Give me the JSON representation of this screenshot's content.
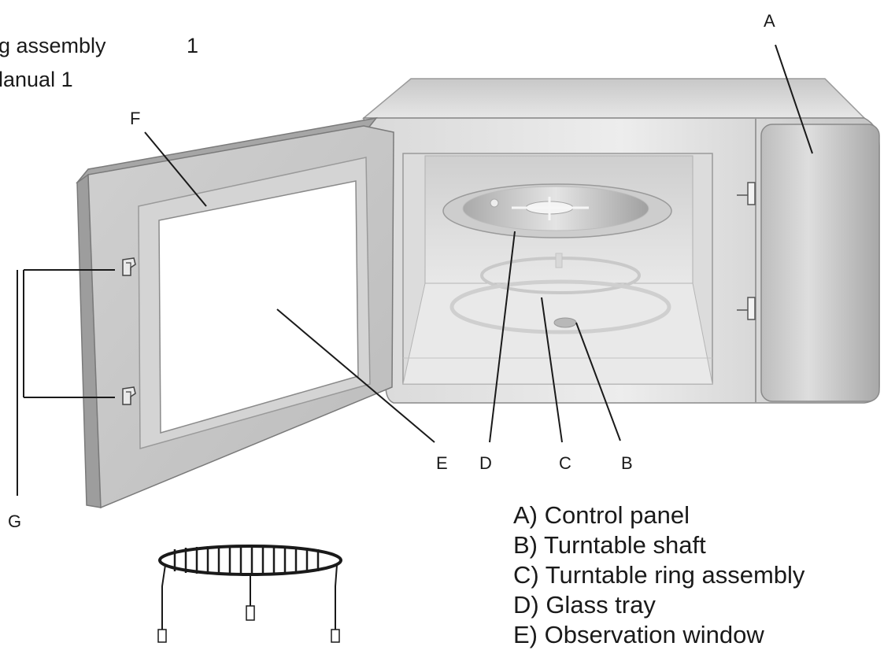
{
  "header_fragments": {
    "line1_text": "g assembly",
    "line1_qty": "1",
    "line2_text": "lanual 1"
  },
  "callouts": {
    "a": "A",
    "b": "B",
    "c": "C",
    "d": "D",
    "e": "E",
    "f": "F",
    "g": "G"
  },
  "legend": [
    "A) Control panel",
    "B) Turntable shaft",
    "C) Turntable ring assembly",
    "D) Glass tray",
    "E) Observation window"
  ]
}
